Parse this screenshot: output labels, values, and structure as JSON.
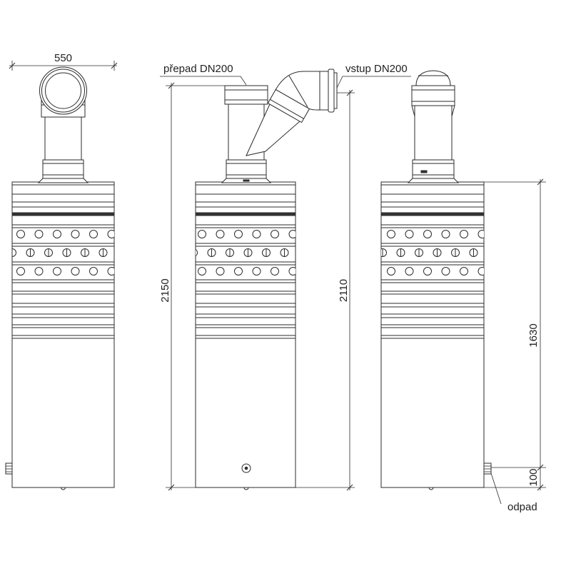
{
  "drawing": {
    "dimension_width": "550",
    "dimension_overflow_height": "2150",
    "dimension_inlet_height": "2110",
    "dimension_body_height": "1630",
    "dimension_outlet_height": "100"
  },
  "labels": {
    "overflow": "přepad DN200",
    "inlet": "vstup DN200",
    "outlet": "odpad"
  }
}
